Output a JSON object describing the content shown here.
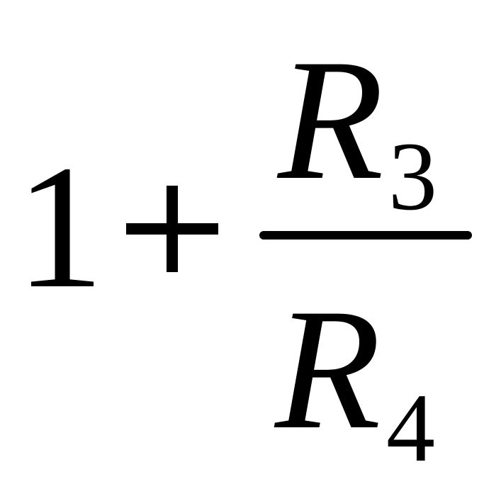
{
  "formula": {
    "term_constant": "1",
    "operator": "+",
    "numerator": {
      "variable": "R",
      "subscript": "3"
    },
    "denominator": {
      "variable": "R",
      "subscript": "4"
    }
  },
  "colors": {
    "foreground": "#000000",
    "background": "#ffffff"
  }
}
